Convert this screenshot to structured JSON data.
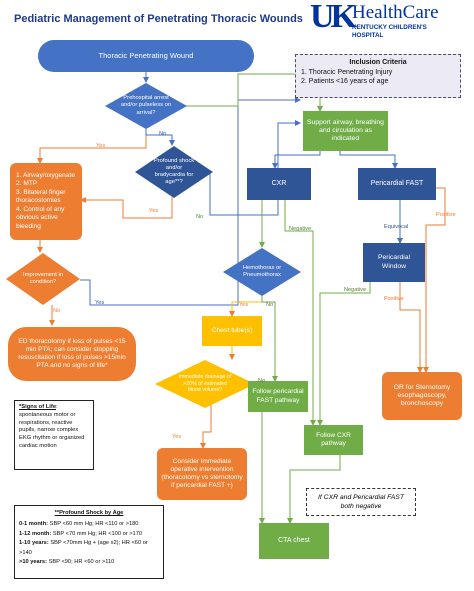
{
  "title": "Pediatric Management of Penetrating Thoracic Wounds",
  "logo": {
    "mark": "UK",
    "name": "HealthCare",
    "line1": "KENTUCKY CHILDREN'S",
    "line2": "HOSPITAL"
  },
  "inclusion": {
    "heading": "Inclusion Criteria",
    "items": [
      "1. Thoracic Penetrating Injury",
      "2. Patients <16 years of age"
    ]
  },
  "nodes": {
    "start": "Thoracic Penetrating Wound",
    "q_arrest": "Prehospital arrest and/or pulseless on arrival?",
    "q_shock": "Profound shock and/or bradycardia for age**?",
    "resus": "1. Airway/oxygenate\n2. MTP\n3. Bilateral finger thoracostomies\n4. Control of any obvious active bleeding",
    "q_improve": "Improvement in condition?",
    "ed_thoracotomy": "ED thoracotomy if loss of pulses <15 min PTA; can consider stopping resuscitation if loss of pulses >15min PTA and no signs of life*",
    "support": "Support airway, breathing and circulation as indicated",
    "cxr": "CXR",
    "pfast": "Pericardial FAST",
    "q_hemo": "Hemothorax or Pneumothorax",
    "chest_tube": "Chest tube(s)",
    "q_drainage": "Immediate drainage of >20% of estimated blood volume?",
    "follow_pfast": "Follow pericardial FAST pathway",
    "pwindow": "Pericardial Window",
    "or_sternotomy": "OR for Sternotomy esophagoscopy, bronchoscopy",
    "consider_op": "Consider immediate operative intervention (thoracotomy vs sternotomy if pericardial FAST +)",
    "follow_cxr": "Follow CXR pathway",
    "both_negative": "If CXR and Pericardial FAST both negative",
    "cta": "CTA chest"
  },
  "edge_labels": {
    "no1": "No",
    "yes1": "Yes",
    "yes2": "Yes",
    "no2": "No",
    "yes3": "Yes",
    "no3": "No",
    "yes4": "Yes",
    "no4": "No",
    "yes5": "Yes",
    "no5": "No",
    "negative1": "Negative",
    "negative2": "Negative",
    "positive1": "Positive",
    "positive2": "Positive",
    "equivocal": "Equivocal"
  },
  "signs_of_life": {
    "heading": "*Signs of Life",
    "text": ": spontaneous motor or respirations, reactive pupils, narrow complex EKG rhythm or organized cardiac motion"
  },
  "shock_by_age": {
    "heading": "**Profound Shock by Age",
    "rows": [
      {
        "age": "0-1 month:",
        "criteria": "SBP <60 mm Hg; HR <110 or >180"
      },
      {
        "age": "1-12 month:",
        "criteria": "SBP <70 mm Hg; HR <100 or >170"
      },
      {
        "age": "1-10 years:",
        "criteria": "SBP <70mm Hg + (age x2); HR <60 or >140"
      },
      {
        "age": ">10 years:",
        "criteria": "SBP <90; HR <60 or >110"
      }
    ]
  },
  "colors": {
    "blue": "#4472c4",
    "dark_blue": "#2f5597",
    "orange": "#ed7d31",
    "green": "#70ad47",
    "yellow": "#ffc000",
    "title_blue": "#1f3a8a"
  }
}
